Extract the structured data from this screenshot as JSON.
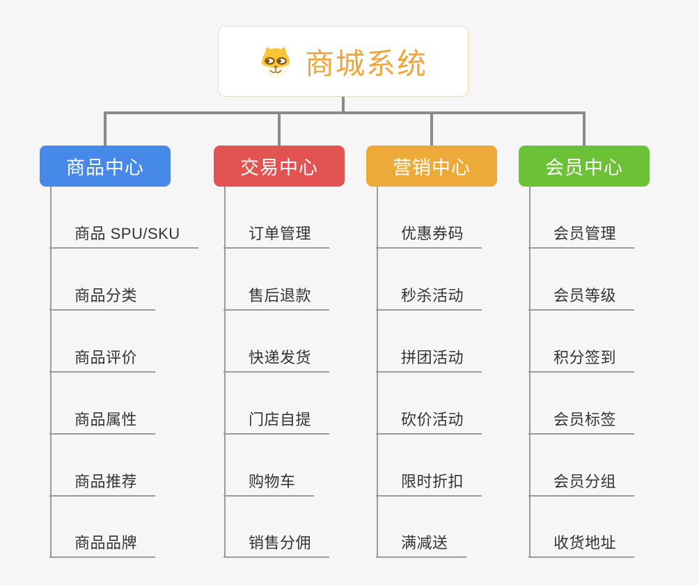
{
  "root": {
    "title": "商城系统",
    "icon": "dog-face-icon"
  },
  "branches": [
    {
      "label": "商品中心",
      "color": "#4789e8",
      "items": [
        "商品 SPU/SKU",
        "商品分类",
        "商品评价",
        "商品属性",
        "商品推荐",
        "商品品牌"
      ]
    },
    {
      "label": "交易中心",
      "color": "#e25454",
      "items": [
        "订单管理",
        "售后退款",
        "快递发货",
        "门店自提",
        "购物车",
        "销售分佣"
      ]
    },
    {
      "label": "营销中心",
      "color": "#eeaa38",
      "items": [
        "优惠券码",
        "秒杀活动",
        "拼团活动",
        "砍价活动",
        "限时折扣",
        "满减送"
      ]
    },
    {
      "label": "会员中心",
      "color": "#6dc136",
      "items": [
        "会员管理",
        "会员等级",
        "积分签到",
        "会员标签",
        "会员分组",
        "收货地址"
      ]
    }
  ],
  "colors": {
    "background": "#f6f6f6",
    "line_thick": "#8a8a8a",
    "line_thin": "#9a9a9a",
    "root_text": "#f0a63c",
    "root_border": "#f0b153",
    "item_text": "#333333"
  }
}
